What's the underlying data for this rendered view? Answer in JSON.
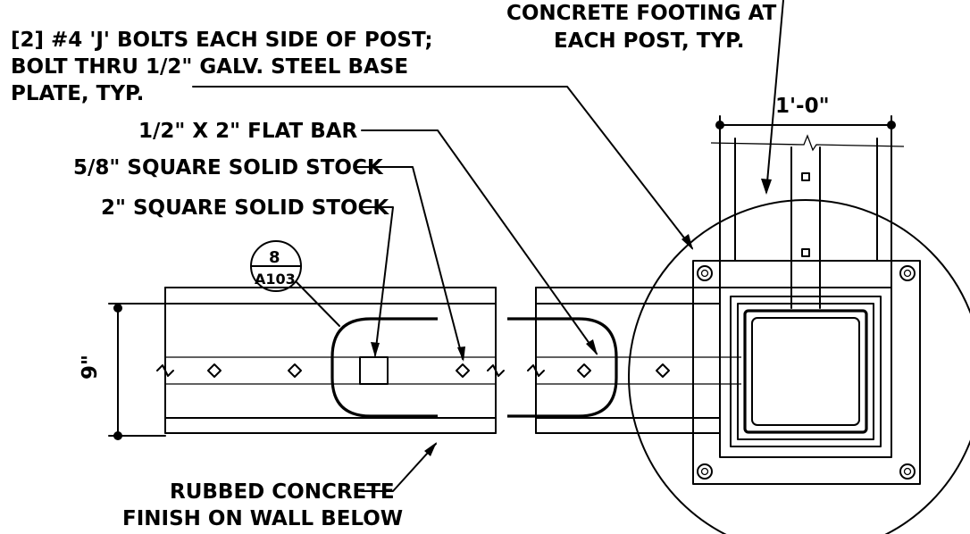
{
  "notes": {
    "concrete_footing_line1": "CONCRETE FOOTING AT",
    "concrete_footing_line2": "EACH POST, TYP.",
    "j_bolts_line1": "[2] #4 'J' BOLTS EACH SIDE OF POST;",
    "j_bolts_line2": "BOLT THRU 1/2\" GALV. STEEL BASE",
    "j_bolts_line3": "PLATE, TYP.",
    "flat_bar": "1/2\" x 2\" FLAT BAR",
    "square_stock_small": "5/8\" SQUARE SOLID STOCK",
    "square_stock_large": "2\" SQUARE SOLID STOCK",
    "rubbed_concrete_line1": "RUBBED CONCRETE",
    "rubbed_concrete_line2": "FINISH ON WALL BELOW"
  },
  "dimensions": {
    "post_width": "1'-0\"",
    "wall_height": "9\""
  },
  "section_callout": {
    "number": "8",
    "sheet": "A103"
  },
  "colors": {
    "line": "#000000",
    "background": "#ffffff"
  }
}
